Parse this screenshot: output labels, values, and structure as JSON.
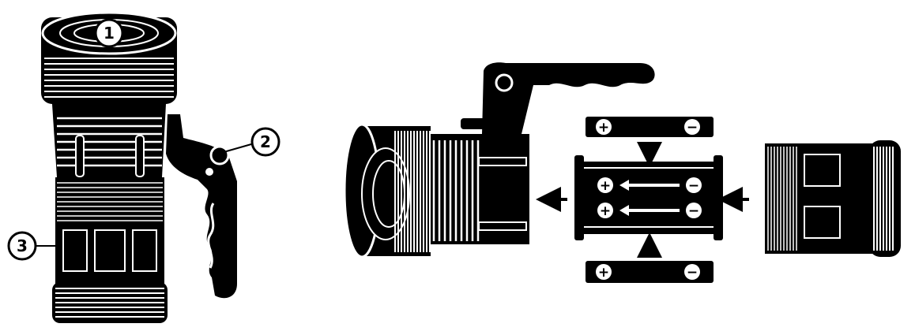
{
  "callouts": [
    "1",
    "2",
    "3"
  ],
  "battery": {
    "plus": "+",
    "minus": "−"
  },
  "colors": {
    "ink": "#000000",
    "paper": "#ffffff"
  }
}
